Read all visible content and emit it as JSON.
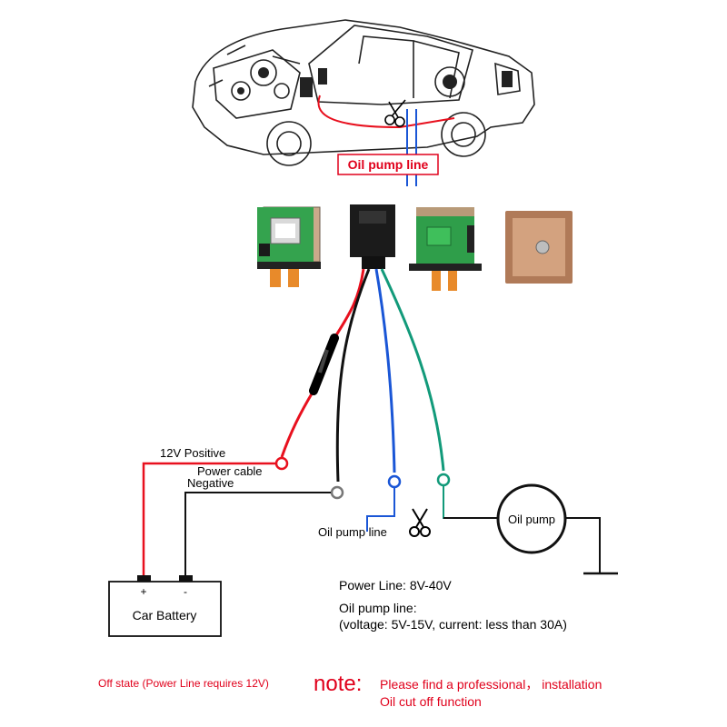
{
  "car": {
    "oil_pump_line_label": "Oil pump line"
  },
  "wiring": {
    "positive_label": "12V Positive",
    "power_cable_label": "Power cable",
    "negative_label": "Negative",
    "oil_pump_line_label": "Oil pump line",
    "oil_pump_label": "Oil pump",
    "battery_label": "Car Battery",
    "battery_plus": "+",
    "battery_minus": "-"
  },
  "specs": {
    "power_line": "Power Line: 8V-40V",
    "oil_line_title": "Oil pump line:",
    "oil_line_detail": "(voltage: 5V-15V, current: less than 30A)"
  },
  "notes": {
    "off_state": "Off state (Power Line requires 12V)",
    "note_label": "note:",
    "note_line1": "Please find a professional， installation",
    "note_line2": "Oil cut off function"
  },
  "colors": {
    "red_wire": "#e8101e",
    "black_wire": "#111111",
    "blue_wire": "#1a56d6",
    "green_wire": "#129a7a",
    "accent_red": "#e0001b",
    "pcb_green": "#2f9e4a"
  }
}
